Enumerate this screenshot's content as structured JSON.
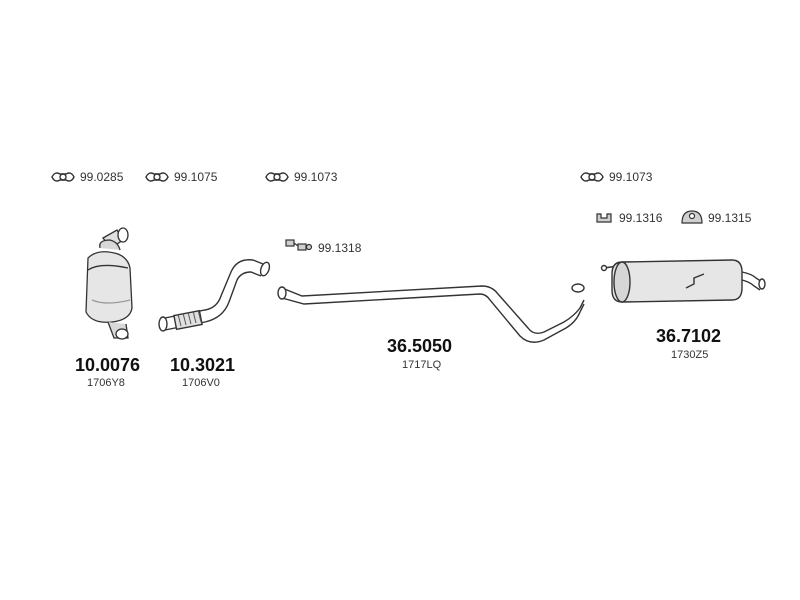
{
  "gaskets": [
    {
      "code": "99.0285"
    },
    {
      "code": "99.1075"
    },
    {
      "code": "99.1073"
    },
    {
      "code": "99.1073"
    }
  ],
  "hangers": [
    {
      "code": "99.1318"
    },
    {
      "code": "99.1316"
    },
    {
      "code": "99.1315"
    }
  ],
  "parts": [
    {
      "number": "10.0076",
      "oem": "1706Y8"
    },
    {
      "number": "10.3021",
      "oem": "1706V0"
    },
    {
      "number": "36.5050",
      "oem": "1717LQ"
    },
    {
      "number": "36.7102",
      "oem": "1730Z5"
    }
  ],
  "colors": {
    "line": "#333333",
    "fill": "#e6e6e6",
    "shade": "#bdbdbd"
  }
}
